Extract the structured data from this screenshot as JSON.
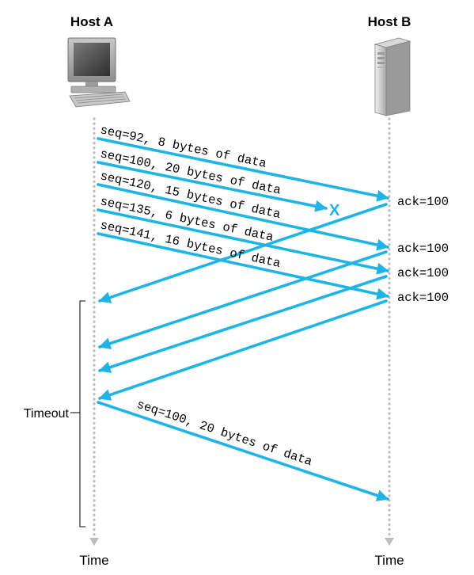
{
  "hosts": {
    "a": {
      "label": "Host A",
      "icon": "desktop-computer-icon"
    },
    "b": {
      "label": "Host B",
      "icon": "server-tower-icon"
    }
  },
  "time_labels": {
    "a": "Time",
    "b": "Time"
  },
  "timeout_label": "Timeout",
  "loss_marker": "X",
  "colors": {
    "arrow": "#1fb4e6",
    "timeline": "#bdbdbd"
  },
  "segments": {
    "s1": "seq=92, 8 bytes of data",
    "s2": "seq=100, 20 bytes of data",
    "s3": "seq=120, 15 bytes of data",
    "s4": "seq=135, 6 bytes of data",
    "s5": "seq=141, 16 bytes of data",
    "retransmit": "seq=100, 20 bytes of data"
  },
  "acks": {
    "a1": "ack=100",
    "a2": "ack=100",
    "a3": "ack=100",
    "a4": "ack=100"
  }
}
